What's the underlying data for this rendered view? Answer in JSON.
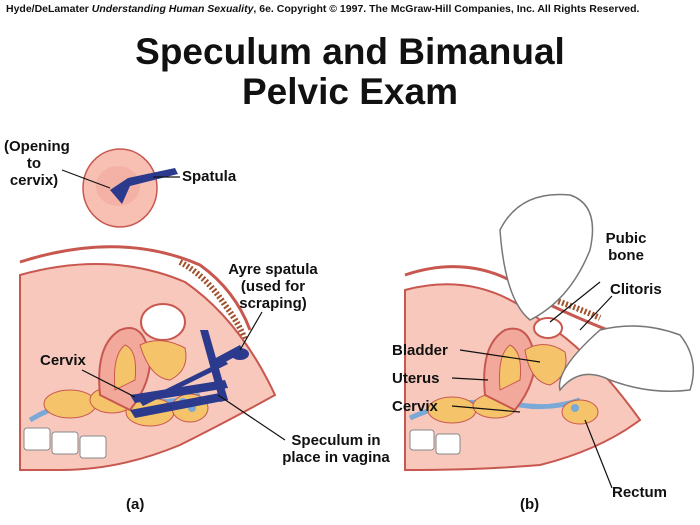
{
  "header": {
    "authors": "Hyde/DeLamater",
    "book": "Understanding Human Sexuality",
    "edition": ", 6e.",
    "copyright": "Copyright © 1997. The McGraw-Hill Companies, Inc. All Rights Reserved."
  },
  "title": {
    "line1": "Speculum and Bimanual",
    "line2": "Pelvic Exam"
  },
  "inset": {
    "opening_l1": "(Opening",
    "opening_l2": "to",
    "opening_l3": "cervix)",
    "spatula": "Spatula"
  },
  "panel_a": {
    "ayre_l1": "Ayre spatula",
    "ayre_l2": "(used for",
    "ayre_l3": "scraping)",
    "cervix": "Cervix",
    "speculum_l1": "Speculum in",
    "speculum_l2": "place in vagina",
    "caption": "(a)"
  },
  "panel_b": {
    "pubic_l1": "Pubic",
    "pubic_l2": "bone",
    "clitoris": "Clitoris",
    "bladder": "Bladder",
    "uterus": "Uterus",
    "cervix": "Cervix",
    "rectum": "Rectum",
    "caption": "(b)"
  },
  "colors": {
    "tissue": "#f2a99b",
    "tissue_dark": "#c8584f",
    "organ": "#f5c46a",
    "vessel": "#7aa9d8",
    "instrument": "#2b3a8c",
    "glove": "#ffffff"
  }
}
